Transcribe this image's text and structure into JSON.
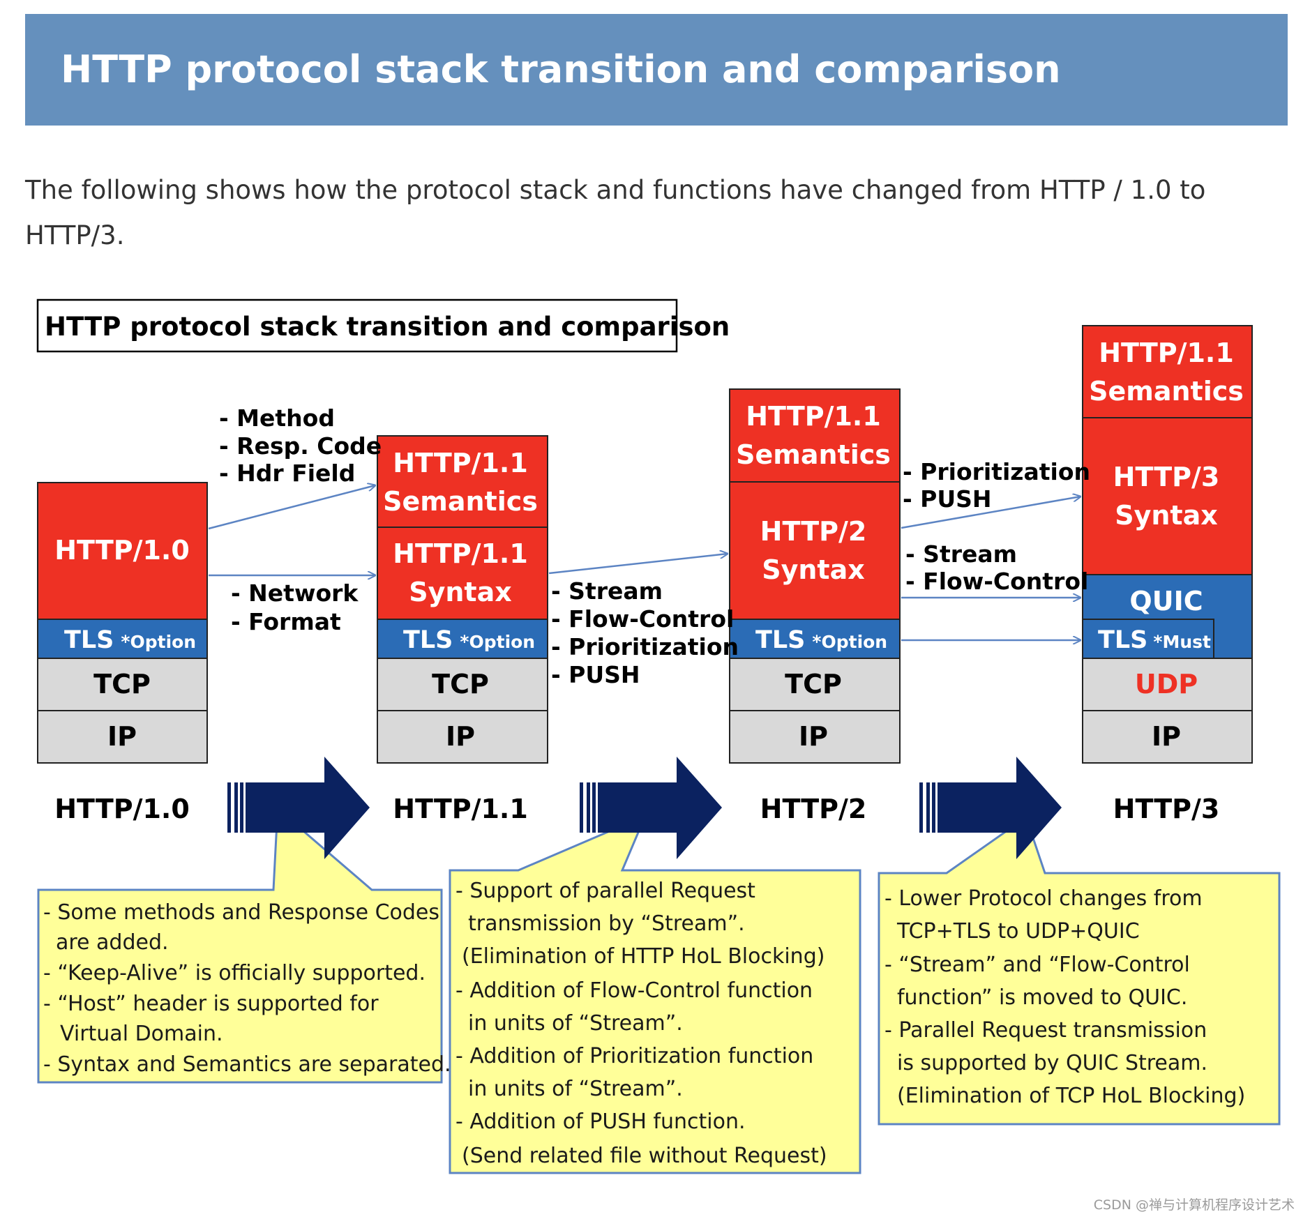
{
  "page": {
    "title": "HTTP protocol stack transition and comparison",
    "intro": "The following shows how the protocol stack and functions have changed from HTTP / 1.0 to HTTP/3."
  },
  "diagram": {
    "title": "HTTP protocol stack transition and comparison",
    "colors": {
      "red": "#ee3124",
      "blue": "#2b6cb6",
      "gray": "#d9d9d9",
      "navy": "#0b2260",
      "note": "#ffff99",
      "udp": "#ee3124",
      "arrow": "#5c84c3"
    },
    "stacks": {
      "http10": {
        "app": "HTTP/1.0",
        "tls": "TLS",
        "tls_note": "*Option",
        "tcp": "TCP",
        "ip": "IP",
        "version": "HTTP/1.0"
      },
      "http11": {
        "sem1": "HTTP/1.1",
        "sem2": "Semantics",
        "syn1": "HTTP/1.1",
        "syn2": "Syntax",
        "tls": "TLS",
        "tls_note": "*Option",
        "tcp": "TCP",
        "ip": "IP",
        "version": "HTTP/1.1"
      },
      "http2": {
        "sem1": "HTTP/1.1",
        "sem2": "Semantics",
        "syn1": "HTTP/2",
        "syn2": "Syntax",
        "tls": "TLS",
        "tls_note": "*Option",
        "tcp": "TCP",
        "ip": "IP",
        "version": "HTTP/2"
      },
      "http3": {
        "sem1": "HTTP/1.1",
        "sem2": "Semantics",
        "syn1": "HTTP/3",
        "syn2": "Syntax",
        "quic": "QUIC",
        "tls": "TLS",
        "tls_note": "*Must",
        "udp": "UDP",
        "ip": "IP",
        "version": "HTTP/3"
      }
    },
    "labels": {
      "t1_top": [
        "- Method",
        "- Resp. Code",
        "- Hdr Field"
      ],
      "t1_bottom": [
        "- Network",
        "- Format"
      ],
      "t2": [
        "- Stream",
        "- Flow-Control",
        "- Prioritization",
        "- PUSH"
      ],
      "t3_top": [
        "- Prioritization",
        "- PUSH"
      ],
      "t3_mid": [
        "- Stream",
        "- Flow-Control"
      ]
    },
    "callouts": {
      "c1": [
        "- Some methods and Response Codes",
        "are added.",
        "- “Keep-Alive” is officially supported.",
        "- “Host” header is supported for",
        "Virtual Domain.",
        "- Syntax and Semantics are separated."
      ],
      "c2": [
        "- Support of parallel Request",
        "transmission by “Stream”.",
        "(Elimination of HTTP HoL Blocking)",
        "- Addition of Flow-Control function",
        "in units of “Stream”.",
        "- Addition of Prioritization function",
        "in units of “Stream”.",
        "- Addition of PUSH function.",
        "(Send related file without Request)"
      ],
      "c3": [
        "- Lower Protocol changes from",
        "TCP+TLS to UDP+QUIC",
        "- “Stream” and “Flow-Control",
        "function” is moved to QUIC.",
        "- Parallel Request transmission",
        "is supported by QUIC Stream.",
        "(Elimination of TCP HoL Blocking)"
      ]
    }
  },
  "watermark": "CSDN @禅与计算机程序设计艺术"
}
